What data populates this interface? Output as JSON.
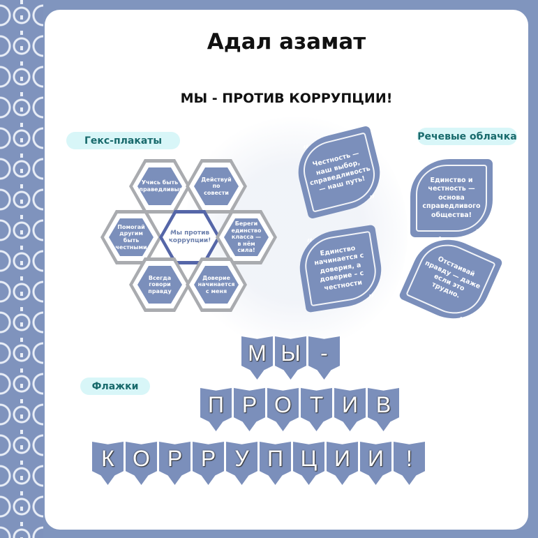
{
  "title": "Адал азамат",
  "subtitle": "МЫ - ПРОТИВ КОРРУПЦИИ!",
  "labels": {
    "hex": "Гекс-плакаты",
    "bubbles": "Речевые облачка",
    "flags": "Флажки"
  },
  "hexes": {
    "center": "Мы против коррупции!",
    "items": [
      "Учись быть справедливым",
      "Действуй по совести",
      "Помогай другим быть честными",
      "Береги единство класса — в нём сила!",
      "Всегда говори правду",
      "Доверие начинается с меня"
    ]
  },
  "quote_open": "“",
  "quote_close": "”",
  "bubbles": [
    "Честность — наш выбор, справедливость — наш путь!",
    "Единство и честность — основа справедливого общества!",
    "Единство начинается с доверия, а доверие – с честности",
    "Отстаивай правду — даже если это трудно."
  ],
  "flags": {
    "row1": [
      "М",
      "Ы",
      "-"
    ],
    "row2": [
      "П",
      "Р",
      "О",
      "Т",
      "И",
      "В"
    ],
    "row3": [
      "К",
      "О",
      "Р",
      "Р",
      "У",
      "П",
      "Ц",
      "И",
      "И",
      "!"
    ]
  },
  "colors": {
    "accent": "#7b8fbb",
    "pill_bg": "#d8f6f8",
    "pill_text": "#186a6c"
  }
}
